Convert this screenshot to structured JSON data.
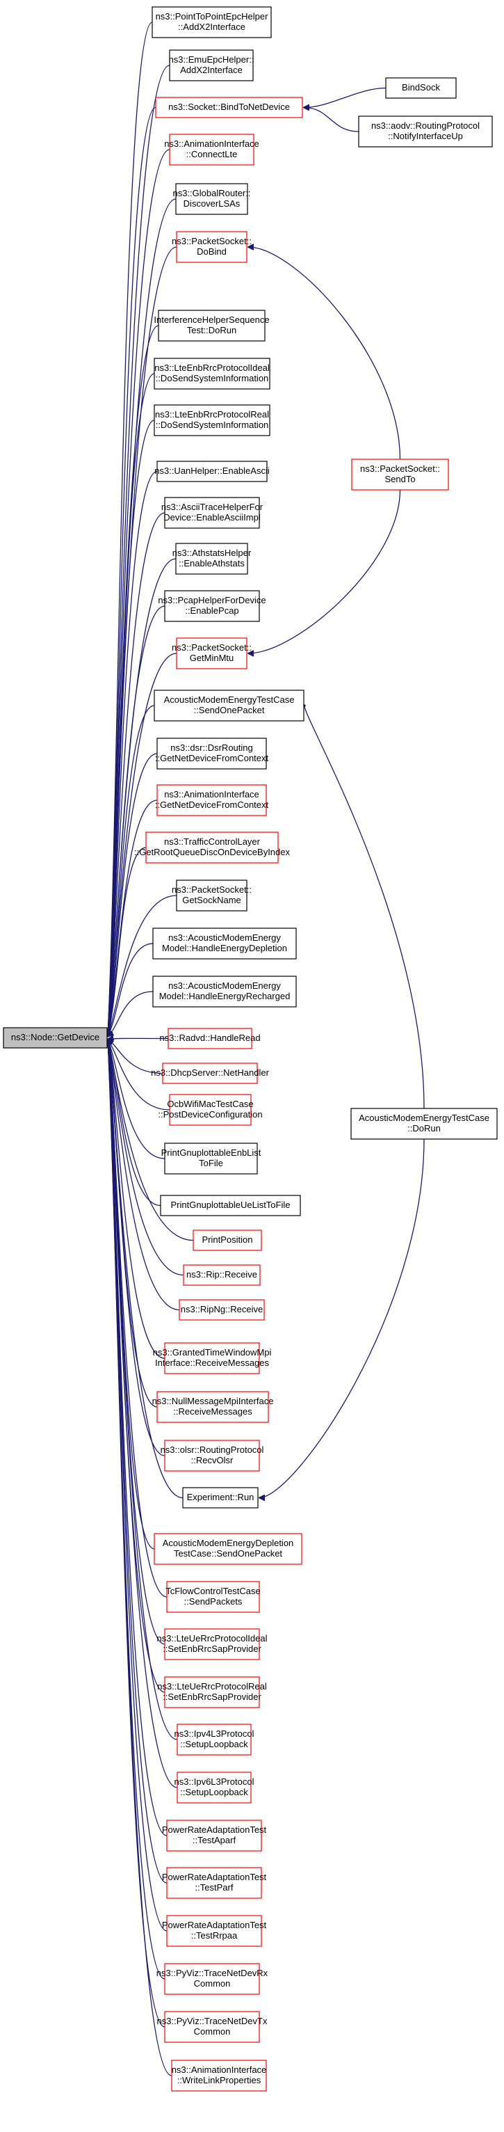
{
  "colors": {
    "edge": "#191970",
    "border_normal": "#000000",
    "border_truncated": "#ff0000",
    "root_fill": "#bfbfbf",
    "node_fill": "#ffffff"
  },
  "root": {
    "id": "root",
    "lines": [
      "ns3::Node::GetDevice"
    ]
  },
  "callers": [
    {
      "id": "n01",
      "lines": [
        "ns3::PointToPointEpcHelper",
        "::AddX2Interface"
      ],
      "truncated": false
    },
    {
      "id": "n02",
      "lines": [
        "ns3::EmuEpcHelper::",
        "AddX2Interface"
      ],
      "truncated": false
    },
    {
      "id": "n03",
      "lines": [
        "ns3::Socket::BindToNetDevice"
      ],
      "truncated": true
    },
    {
      "id": "n04",
      "lines": [
        "ns3::AnimationInterface",
        "::ConnectLte"
      ],
      "truncated": true
    },
    {
      "id": "n05",
      "lines": [
        "ns3::GlobalRouter::",
        "DiscoverLSAs"
      ],
      "truncated": false
    },
    {
      "id": "n06",
      "lines": [
        "ns3::PacketSocket::",
        "DoBind"
      ],
      "truncated": true
    },
    {
      "id": "n07",
      "lines": [
        "InterferenceHelperSequence",
        "Test::DoRun"
      ],
      "truncated": false
    },
    {
      "id": "n08",
      "lines": [
        "ns3::LteEnbRrcProtocolIdeal",
        "::DoSendSystemInformation"
      ],
      "truncated": false
    },
    {
      "id": "n09",
      "lines": [
        "ns3::LteEnbRrcProtocolReal",
        "::DoSendSystemInformation"
      ],
      "truncated": false
    },
    {
      "id": "n10",
      "lines": [
        "ns3::UanHelper::EnableAscii"
      ],
      "truncated": false
    },
    {
      "id": "n11",
      "lines": [
        "ns3::AsciiTraceHelperFor",
        "Device::EnableAsciiImpl"
      ],
      "truncated": false
    },
    {
      "id": "n12",
      "lines": [
        "ns3::AthstatsHelper",
        "::EnableAthstats"
      ],
      "truncated": false
    },
    {
      "id": "n13",
      "lines": [
        "ns3::PcapHelperForDevice",
        "::EnablePcap"
      ],
      "truncated": false
    },
    {
      "id": "n14",
      "lines": [
        "ns3::PacketSocket::",
        "GetMinMtu"
      ],
      "truncated": true
    },
    {
      "id": "n15",
      "lines": [
        "AcousticModemEnergyTestCase",
        "::SendOnePacket"
      ],
      "truncated": false
    },
    {
      "id": "n16",
      "lines": [
        "ns3::dsr::DsrRouting",
        "::GetNetDeviceFromContext"
      ],
      "truncated": false
    },
    {
      "id": "n17",
      "lines": [
        "ns3::AnimationInterface",
        "::GetNetDeviceFromContext"
      ],
      "truncated": true
    },
    {
      "id": "n18",
      "lines": [
        "ns3::TrafficControlLayer",
        "::GetRootQueueDiscOnDeviceByIndex"
      ],
      "truncated": true
    },
    {
      "id": "n19",
      "lines": [
        "ns3::PacketSocket::",
        "GetSockName"
      ],
      "truncated": false
    },
    {
      "id": "n20",
      "lines": [
        "ns3::AcousticModemEnergy",
        "Model::HandleEnergyDepletion"
      ],
      "truncated": false
    },
    {
      "id": "n21",
      "lines": [
        "ns3::AcousticModemEnergy",
        "Model::HandleEnergyRecharged"
      ],
      "truncated": false
    },
    {
      "id": "n22",
      "lines": [
        "ns3::Radvd::HandleRead"
      ],
      "truncated": true
    },
    {
      "id": "n23",
      "lines": [
        "ns3::DhcpServer::NetHandler"
      ],
      "truncated": true
    },
    {
      "id": "n24",
      "lines": [
        "OcbWifiMacTestCase",
        "::PostDeviceConfiguration"
      ],
      "truncated": true
    },
    {
      "id": "n25",
      "lines": [
        "PrintGnuplottableEnbList",
        "ToFile"
      ],
      "truncated": false
    },
    {
      "id": "n26",
      "lines": [
        "PrintGnuplottableUeListToFile"
      ],
      "truncated": false
    },
    {
      "id": "n27",
      "lines": [
        "PrintPosition"
      ],
      "truncated": true
    },
    {
      "id": "n28",
      "lines": [
        "ns3::Rip::Receive"
      ],
      "truncated": true
    },
    {
      "id": "n29",
      "lines": [
        "ns3::RipNg::Receive"
      ],
      "truncated": true
    },
    {
      "id": "n30",
      "lines": [
        "ns3::GrantedTimeWindowMpi",
        "Interface::ReceiveMessages"
      ],
      "truncated": true
    },
    {
      "id": "n31",
      "lines": [
        "ns3::NullMessageMpiInterface",
        "::ReceiveMessages"
      ],
      "truncated": true
    },
    {
      "id": "n32",
      "lines": [
        "ns3::olsr::RoutingProtocol",
        "::RecvOlsr"
      ],
      "truncated": true
    },
    {
      "id": "n33",
      "lines": [
        "Experiment::Run"
      ],
      "truncated": false
    },
    {
      "id": "n34",
      "lines": [
        "AcousticModemEnergyDepletion",
        "TestCase::SendOnePacket"
      ],
      "truncated": true
    },
    {
      "id": "n35",
      "lines": [
        "TcFlowControlTestCase",
        "::SendPackets"
      ],
      "truncated": true
    },
    {
      "id": "n36",
      "lines": [
        "ns3::LteUeRrcProtocolIdeal",
        "::SetEnbRrcSapProvider"
      ],
      "truncated": true
    },
    {
      "id": "n37",
      "lines": [
        "ns3::LteUeRrcProtocolReal",
        "::SetEnbRrcSapProvider"
      ],
      "truncated": true
    },
    {
      "id": "n38",
      "lines": [
        "ns3::Ipv4L3Protocol",
        "::SetupLoopback"
      ],
      "truncated": true
    },
    {
      "id": "n39",
      "lines": [
        "ns3::Ipv6L3Protocol",
        "::SetupLoopback"
      ],
      "truncated": true
    },
    {
      "id": "n40",
      "lines": [
        "PowerRateAdaptationTest",
        "::TestAparf"
      ],
      "truncated": true
    },
    {
      "id": "n41",
      "lines": [
        "PowerRateAdaptationTest",
        "::TestParf"
      ],
      "truncated": true
    },
    {
      "id": "n42",
      "lines": [
        "PowerRateAdaptationTest",
        "::TestRrpaa"
      ],
      "truncated": true
    },
    {
      "id": "n43",
      "lines": [
        "ns3::PyViz::TraceNetDevRx",
        "Common"
      ],
      "truncated": true
    },
    {
      "id": "n44",
      "lines": [
        "ns3::PyViz::TraceNetDevTx",
        "Common"
      ],
      "truncated": true
    },
    {
      "id": "n45",
      "lines": [
        "ns3::AnimationInterface",
        "::WriteLinkProperties"
      ],
      "truncated": true
    }
  ],
  "second_level": [
    {
      "id": "s1",
      "lines": [
        "BindSock"
      ],
      "truncated": false
    },
    {
      "id": "s2",
      "lines": [
        "ns3::aodv::RoutingProtocol",
        "::NotifyInterfaceUp"
      ],
      "truncated": false
    },
    {
      "id": "s3",
      "lines": [
        "ns3::PacketSocket::",
        "SendTo"
      ],
      "truncated": true
    },
    {
      "id": "s4",
      "lines": [
        "AcousticModemEnergyTestCase",
        "::DoRun"
      ],
      "truncated": false
    }
  ],
  "edges": [
    {
      "from": "s1",
      "to": "n03"
    },
    {
      "from": "s2",
      "to": "n03"
    },
    {
      "from": "s3",
      "to": "n06"
    },
    {
      "from": "s3",
      "to": "n14"
    },
    {
      "from": "s4",
      "to": "n15"
    },
    {
      "from": "s4",
      "to": "n33"
    }
  ]
}
